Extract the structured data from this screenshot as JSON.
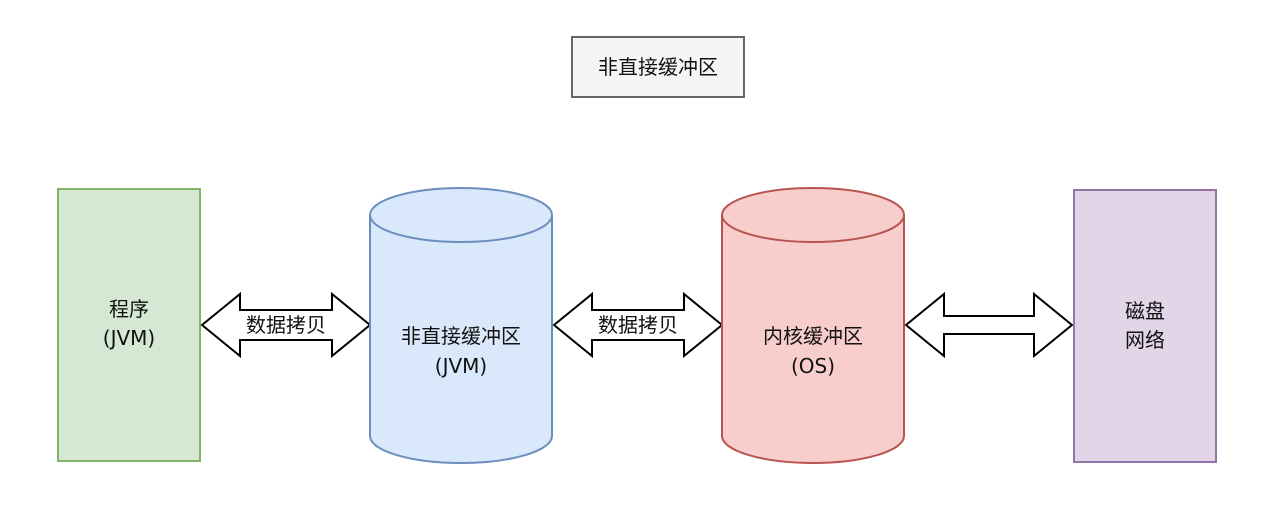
{
  "title": "非直接缓冲区",
  "nodes": {
    "program": {
      "line1": "程序",
      "line2": "(JVM)"
    },
    "jvm_buffer": {
      "line1": "非直接缓冲区",
      "line2": "(JVM)"
    },
    "kernel_buffer": {
      "line1": "内核缓冲区",
      "line2": "(OS)"
    },
    "storage": {
      "line1": "磁盘",
      "line2": "网络"
    }
  },
  "edges": {
    "program_to_jvm": {
      "label": "数据拷贝"
    },
    "jvm_to_kernel": {
      "label": "数据拷贝"
    },
    "kernel_to_storage": {
      "label": ""
    }
  },
  "colors": {
    "title_fill": "#f5f5f5",
    "title_stroke": "#666666",
    "program_fill": "#d5e8d4",
    "program_stroke": "#82b366",
    "jvm_fill": "#dae8fc",
    "jvm_stroke": "#6c8ebf",
    "kernel_fill": "#f8cecc",
    "kernel_stroke": "#b85450",
    "storage_fill": "#e1d5e7",
    "storage_stroke": "#9673a6",
    "arrow_stroke": "#000000"
  }
}
